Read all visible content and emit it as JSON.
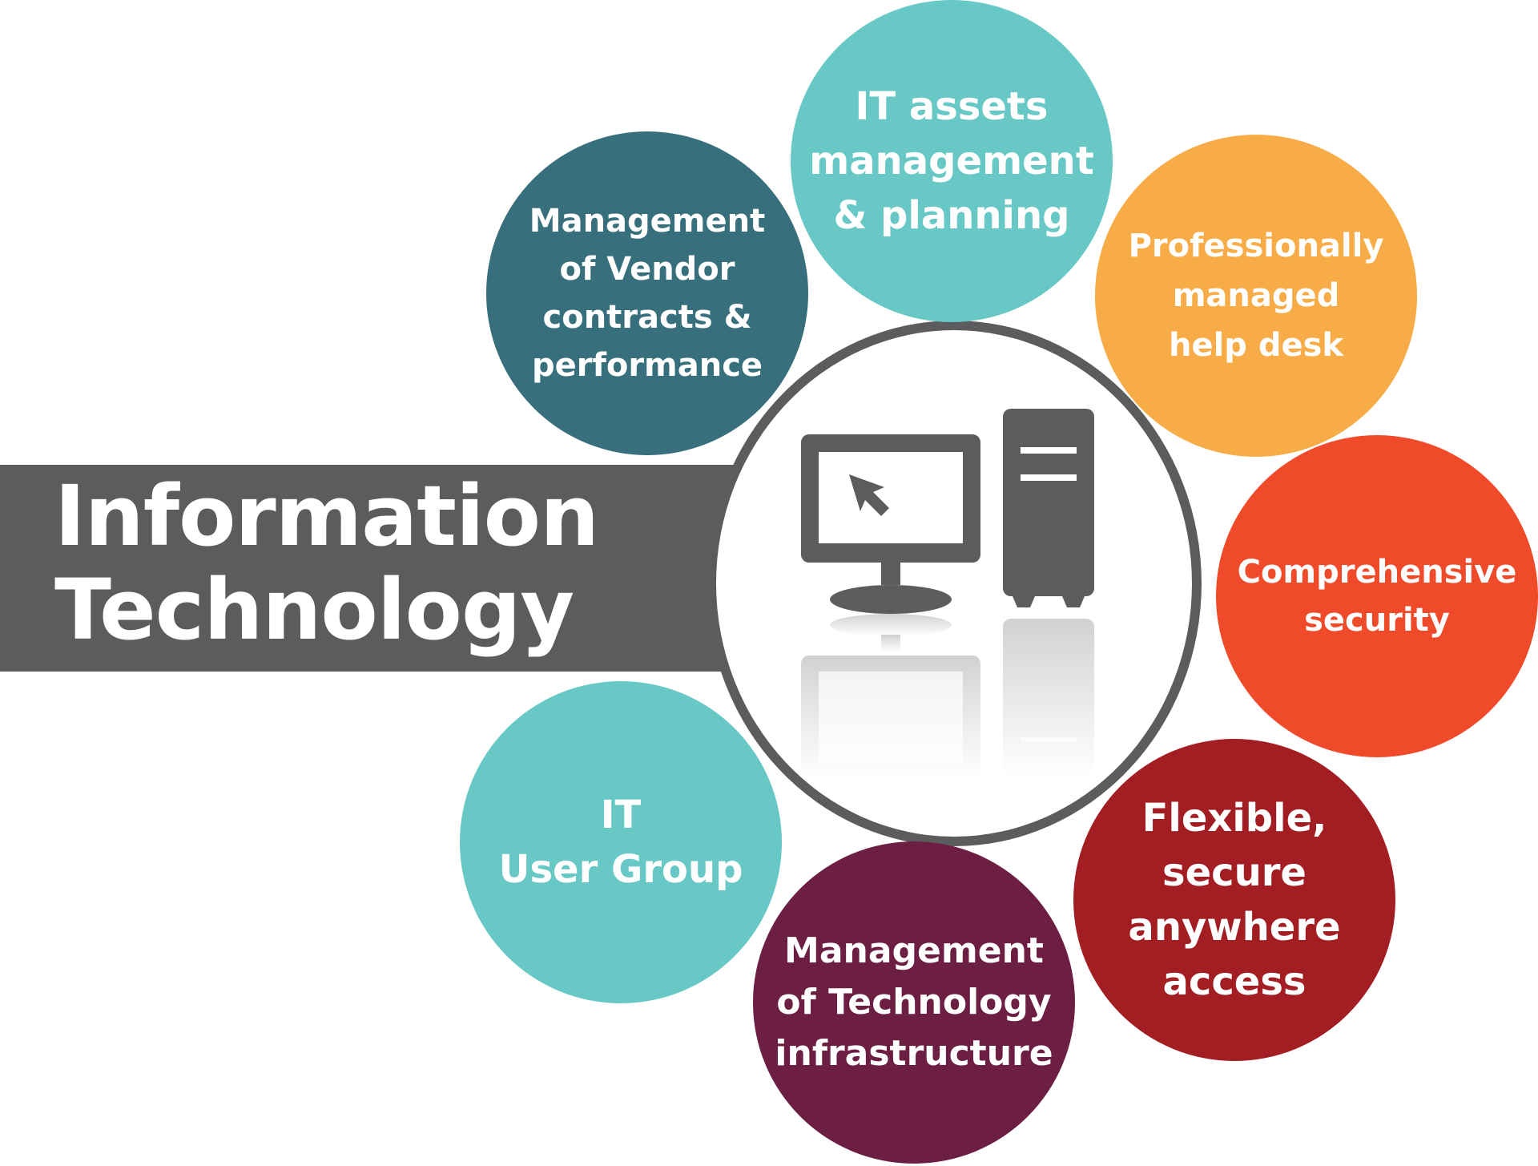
{
  "title": {
    "line1": "Information",
    "line2": "Technology"
  },
  "bubbles": [
    {
      "label": "Management\nof Vendor\ncontracts &\nperformance",
      "color": "#386f7c"
    },
    {
      "label": "IT assets\nmanagement\n& planning",
      "color": "#68c8c6"
    },
    {
      "label": "Professionally\nmanaged\nhelp desk",
      "color": "#f7ac47"
    },
    {
      "label": "Comprehensive\nsecurity",
      "color": "#ef4a2a"
    },
    {
      "label": "Flexible,\nsecure\nanywhere\naccess",
      "color": "#a31e23"
    },
    {
      "label": "Management\nof Technology\ninfrastructure",
      "color": "#6c1e43"
    },
    {
      "label": "IT\nUser Group",
      "color": "#68c8c6"
    }
  ],
  "colors": {
    "banner": "#5b5c5e",
    "ring": "#5b5c5e"
  },
  "icons": [
    "desktop-computer-icon",
    "cursor-arrow-icon",
    "computer-tower-icon"
  ]
}
